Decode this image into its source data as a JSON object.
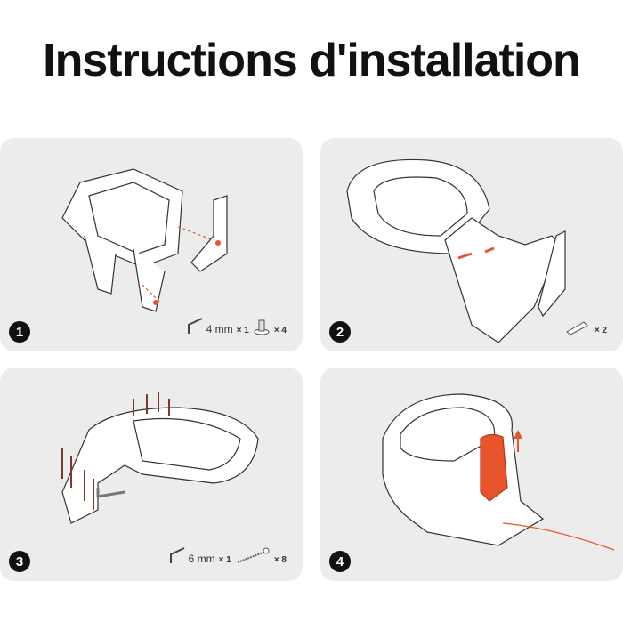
{
  "title": "Instructions d'installation",
  "accent": "#e8542c",
  "steps": [
    {
      "number": "1",
      "parts": [
        {
          "icon": "hex-key-icon",
          "label": "4 mm",
          "qty": "× 1"
        },
        {
          "icon": "bolt-icon",
          "qty": "× 4"
        }
      ]
    },
    {
      "number": "2",
      "parts": [
        {
          "icon": "pin-icon",
          "qty": "× 2"
        }
      ]
    },
    {
      "number": "3",
      "parts": [
        {
          "icon": "hex-key-icon",
          "label": "6 mm",
          "qty": "× 1"
        },
        {
          "icon": "screw-icon",
          "qty": "× 8"
        }
      ]
    },
    {
      "number": "4"
    }
  ]
}
